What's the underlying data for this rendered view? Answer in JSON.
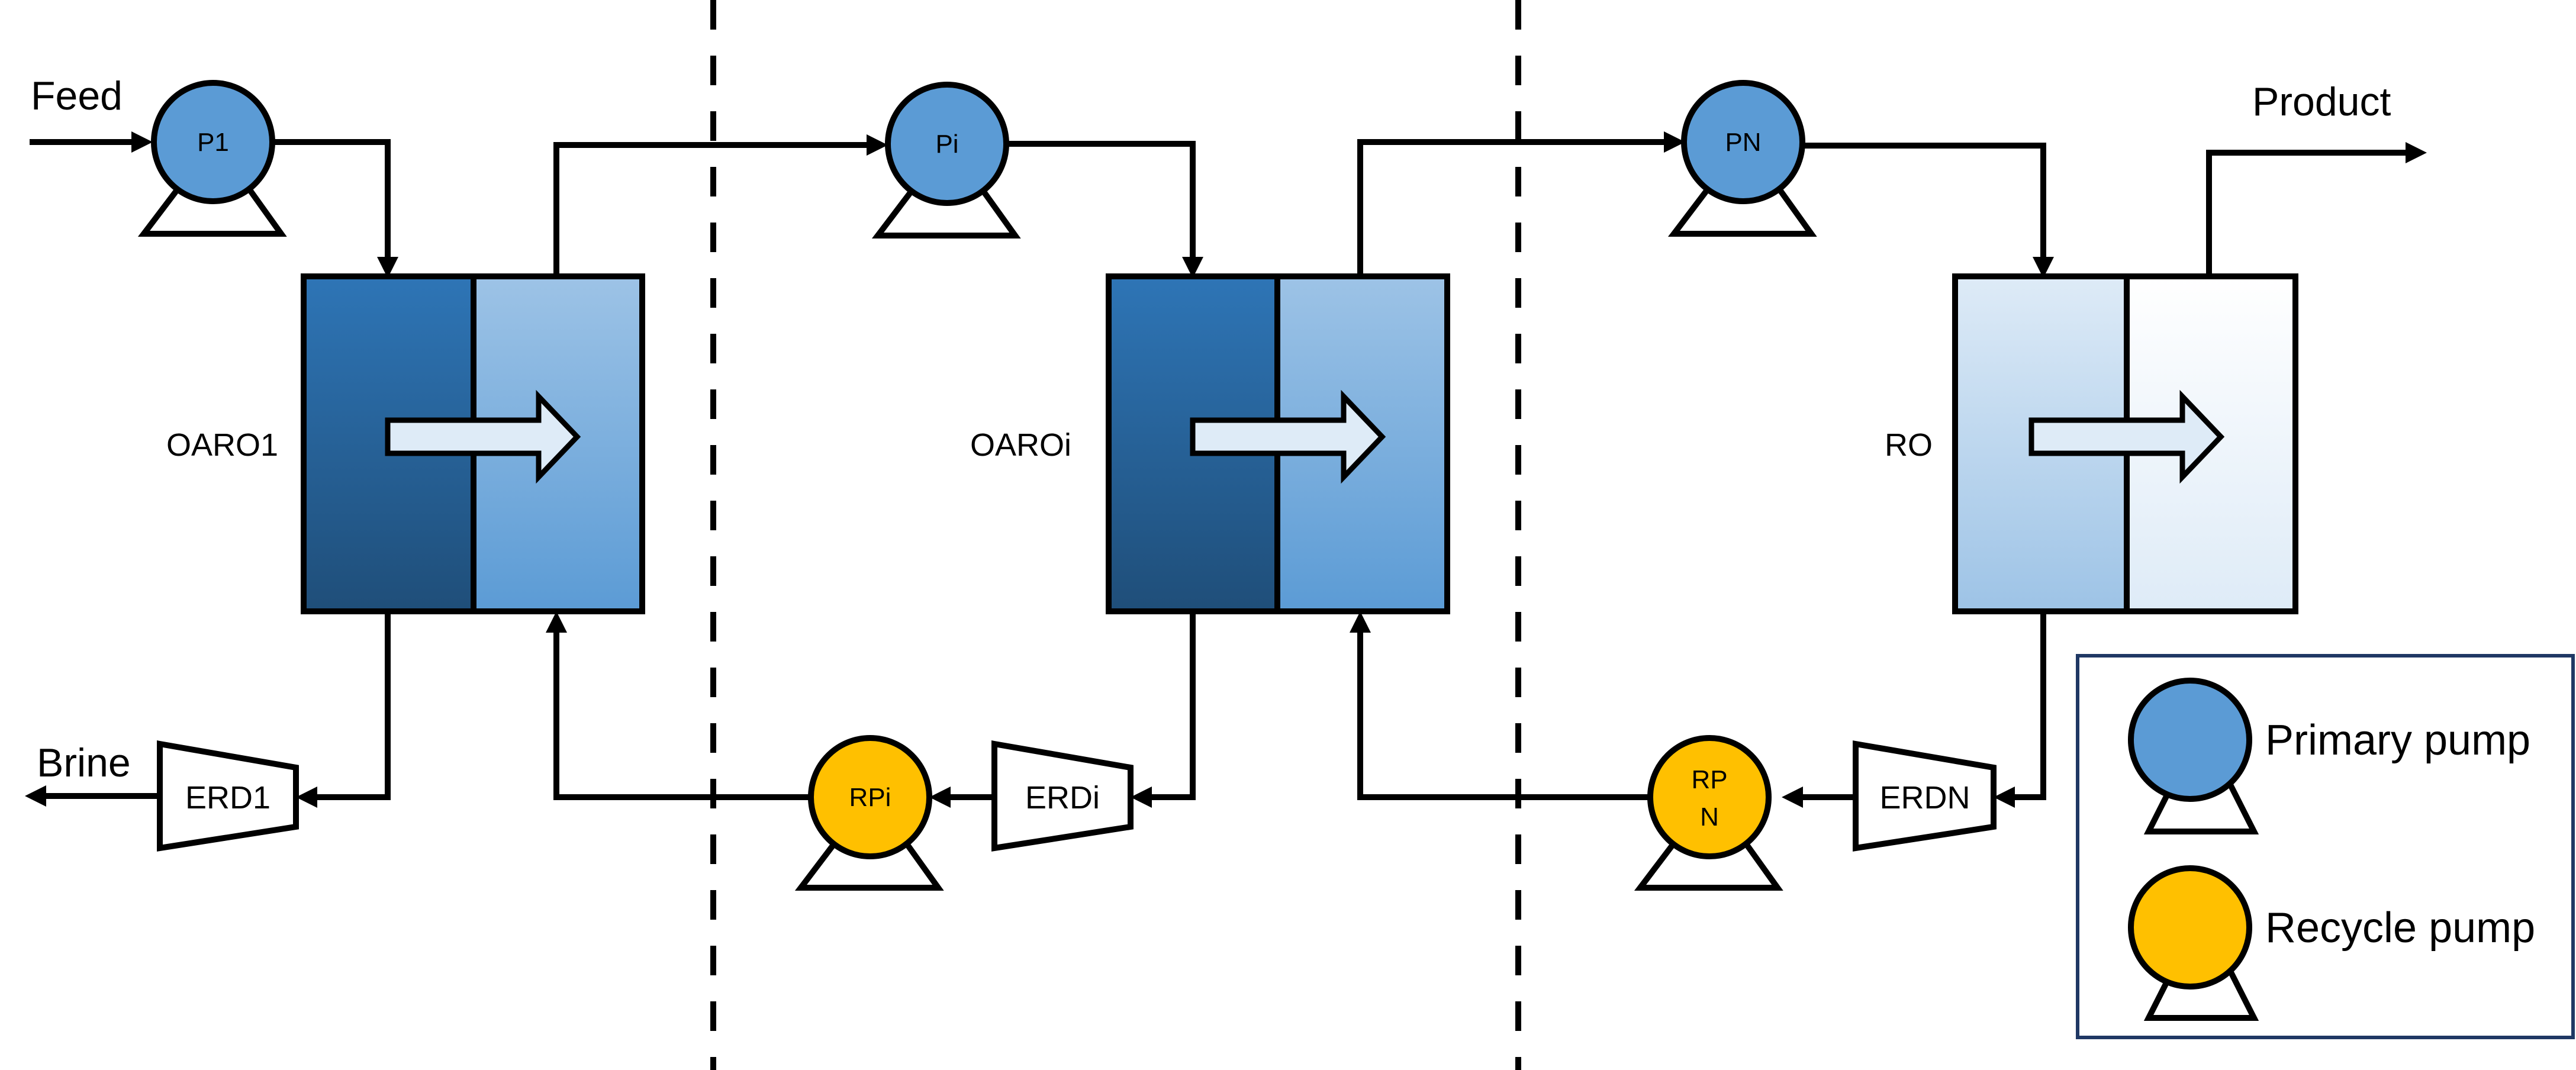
{
  "colors": {
    "primary_pump": "#5B9BD5",
    "recycle_pump": "#FFC000",
    "membrane_dark_top": "#2E75B6",
    "membrane_dark_bottom": "#1F4E79",
    "membrane_light_top": "#9DC3E6",
    "membrane_light_bottom": "#5B9BD5",
    "ro_left_top": "#DEEBF7",
    "ro_left_bottom": "#9DC3E6",
    "ro_right_top": "#FFFFFF",
    "ro_right_bottom": "#DEEBF7",
    "legend_border": "#1F3864"
  },
  "streams": {
    "feed": "Feed",
    "product": "Product",
    "brine": "Brine"
  },
  "pumps": {
    "p1": "P1",
    "pi": "Pi",
    "pn": "PN",
    "rpi": "RPi",
    "rpn_line1": "RP",
    "rpn_line2": "N"
  },
  "units": {
    "oaro1": "OARO1",
    "oaroi": "OAROi",
    "ro": "RO"
  },
  "erds": {
    "erd1": "ERD1",
    "erdi": "ERDi",
    "erdn": "ERDN"
  },
  "legend": {
    "primary": "Primary pump",
    "recycle": "Recycle pump"
  },
  "icons": {
    "primary_pump": "pump-icon-blue",
    "recycle_pump": "pump-icon-yellow",
    "flow": "flow-arrow-icon",
    "erd": "energy-recovery-device-icon"
  }
}
